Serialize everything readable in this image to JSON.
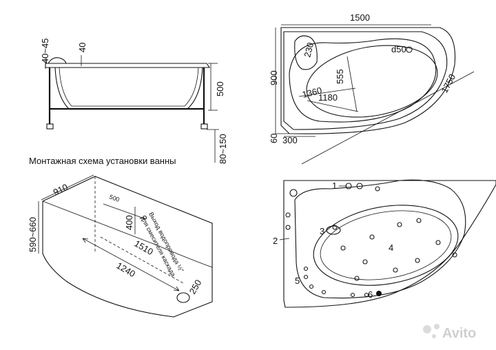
{
  "side_view": {
    "caption": "Монтажная схема установки ванны",
    "dims": {
      "rim": "40~45",
      "top": "40",
      "height": "500",
      "legs": "80~150"
    }
  },
  "top_view": {
    "dims": {
      "length": "1500",
      "width": "900",
      "diagonal": "1750",
      "inner_long": "1360",
      "inner_short": "1180",
      "inner_width": "555",
      "headrest": "230",
      "drain": "d50",
      "offset_a": "60",
      "offset_b": "300"
    }
  },
  "install_view": {
    "dims": {
      "apron": "910",
      "apron_h": "590~660",
      "d500": "500",
      "d400": "400",
      "d1510": "1510",
      "d1240": "1240",
      "d250": "250"
    },
    "note_line1": "Выход водопровода ½\"",
    "note_line2": "для смесителя каскада"
  },
  "jets_view": {
    "labels": [
      "1",
      "2",
      "3",
      "4",
      "5",
      "6"
    ]
  },
  "watermark": {
    "brand": "Avito"
  }
}
